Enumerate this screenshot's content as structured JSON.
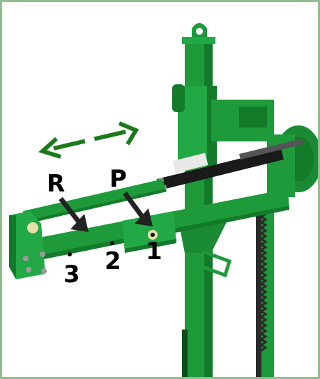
{
  "labels": {
    "r": "R",
    "p": "P",
    "hole_1": "1",
    "hole_2": "2",
    "hole_3": "3"
  },
  "colors": {
    "frame_border": "#8fbf8f",
    "machine_green": "#1e9a3a",
    "machine_dark_green": "#137a2a",
    "motion_arrow": "#1a7a1a",
    "pointer_arrow": "#222222",
    "cylinder": "#1a1a1a",
    "chain": "#2b2b2b",
    "fastener": "#9a9a9a"
  },
  "icons": {
    "motion": "double-headed-arrow",
    "pointer": "pointer-arrow"
  }
}
